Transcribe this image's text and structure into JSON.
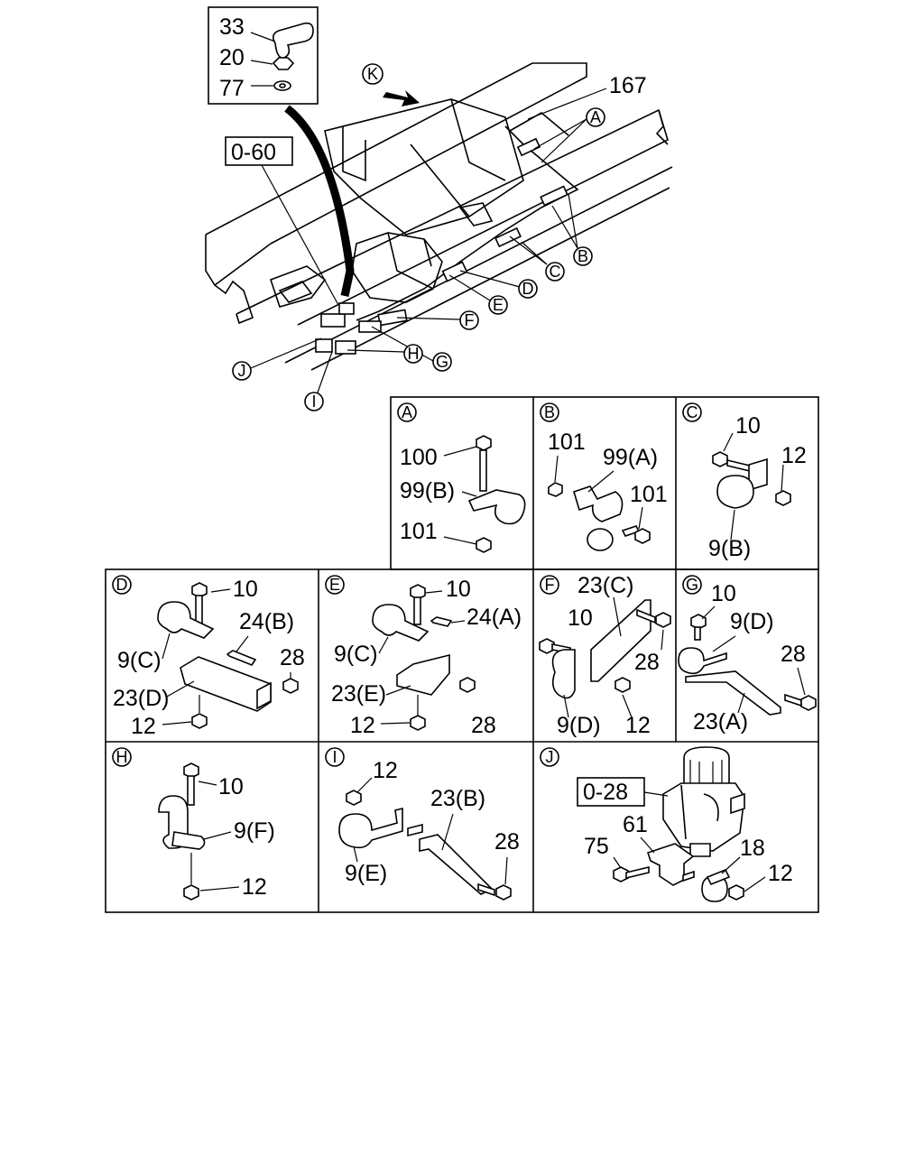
{
  "inset": {
    "items": [
      "33",
      "20",
      "77"
    ]
  },
  "main": {
    "ref_top": "0-60",
    "view_marker": "K",
    "label_167": "167",
    "callouts": [
      "A",
      "B",
      "C",
      "D",
      "E",
      "F",
      "G",
      "H",
      "I",
      "J"
    ]
  },
  "panels": {
    "A": {
      "letter": "A",
      "labels": [
        "100",
        "99(B)",
        "101"
      ]
    },
    "B": {
      "letter": "B",
      "labels": [
        "101",
        "99(A)",
        "101"
      ]
    },
    "C": {
      "letter": "C",
      "labels": [
        "10",
        "12",
        "9(B)"
      ]
    },
    "D": {
      "letter": "D",
      "labels": [
        "10",
        "24(B)",
        "9(C)",
        "28",
        "23(D)",
        "12"
      ]
    },
    "E": {
      "letter": "E",
      "labels": [
        "10",
        "24(A)",
        "9(C)",
        "23(E)",
        "12",
        "28"
      ]
    },
    "F": {
      "letter": "F",
      "labels": [
        "23(C)",
        "10",
        "28",
        "9(D)",
        "12"
      ]
    },
    "G": {
      "letter": "G",
      "labels": [
        "10",
        "9(D)",
        "28",
        "23(A)"
      ]
    },
    "H": {
      "letter": "H",
      "labels": [
        "10",
        "9(F)",
        "12"
      ]
    },
    "I": {
      "letter": "I",
      "labels": [
        "12",
        "23(B)",
        "28",
        "9(E)"
      ]
    },
    "J": {
      "letter": "J",
      "labels": [
        "0-28",
        "61",
        "75",
        "18",
        "12"
      ]
    }
  }
}
